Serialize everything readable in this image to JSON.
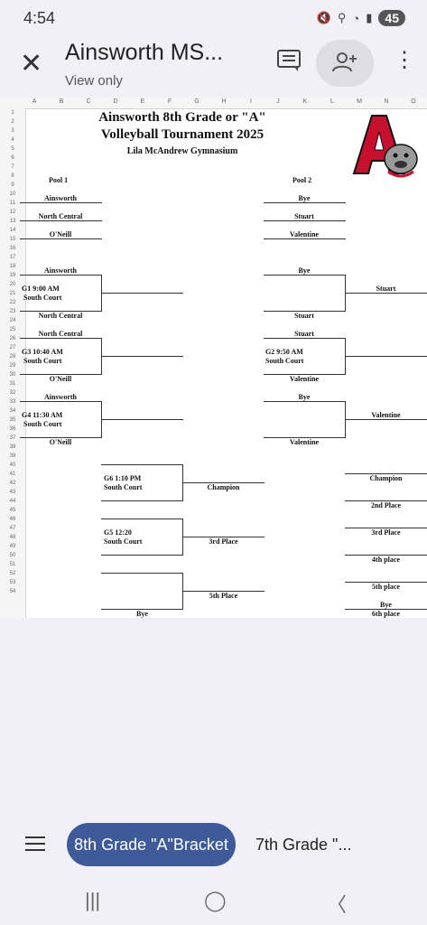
{
  "status": {
    "time": "4:54",
    "battery": "45"
  },
  "appbar": {
    "title": "Ainsworth MS...",
    "subtitle": "View only"
  },
  "columns": [
    "A",
    "B",
    "C",
    "D",
    "E",
    "F",
    "G",
    "H",
    "I",
    "J",
    "K",
    "L",
    "M",
    "N",
    "O"
  ],
  "sheet": {
    "title1": "Ainsworth 8th Grade or \"A\"",
    "title2": "Volleyball Tournament 2025",
    "venue": "Lila McAndrew Gymnasium",
    "pool1": "Pool 1",
    "pool2": "Pool 2",
    "p1_team1": "Ainsworth",
    "p1_team2": "North Central",
    "p1_team3": "O'Neill",
    "p2_team1": "Bye",
    "p2_team2": "Stuart",
    "p2_team3": "Valentine",
    "g1_top": "Ainsworth",
    "g1_label": "G1    9:00 AM",
    "g1_court": "South Court",
    "g1_bottom": "North Central",
    "g3_top": "North Central",
    "g3_label": "G3    10:40 AM",
    "g3_court": "South Court",
    "g3_bottom": "O'Neill",
    "g4_top": "Ainsworth",
    "g4_label": "G4    11:30 AM",
    "g4_court": "South Court",
    "g4_bottom": "O'Neill",
    "r_top1": "Bye",
    "r_win1": "Stuart",
    "r_bottom1": "Stuart",
    "g2_top": "Stuart",
    "g2_label": "G2    9:50 AM",
    "g2_court": "South Court",
    "g2_bottom": "Valentine",
    "r_top3": "Bye",
    "r_win3": "Valentine",
    "r_bottom3": "Valentine",
    "g6_label": "G6    1:10 PM",
    "g6_court": "South Court",
    "champion": "Champion",
    "g5_label": "G5      12:20",
    "g5_court": "South Court",
    "third": "3rd Place",
    "fifth": "5th Place",
    "bye_bottom": "Bye",
    "place_champion": "Champion",
    "place_2": "2nd Place",
    "place_3": "3rd Place",
    "place_4": "4th place",
    "place_5": "5th place",
    "place_bye": "Bye",
    "place_6": "6th place"
  },
  "tabs": {
    "active": "8th Grade \"A\"Bracket",
    "next": "7th Grade \"..."
  }
}
